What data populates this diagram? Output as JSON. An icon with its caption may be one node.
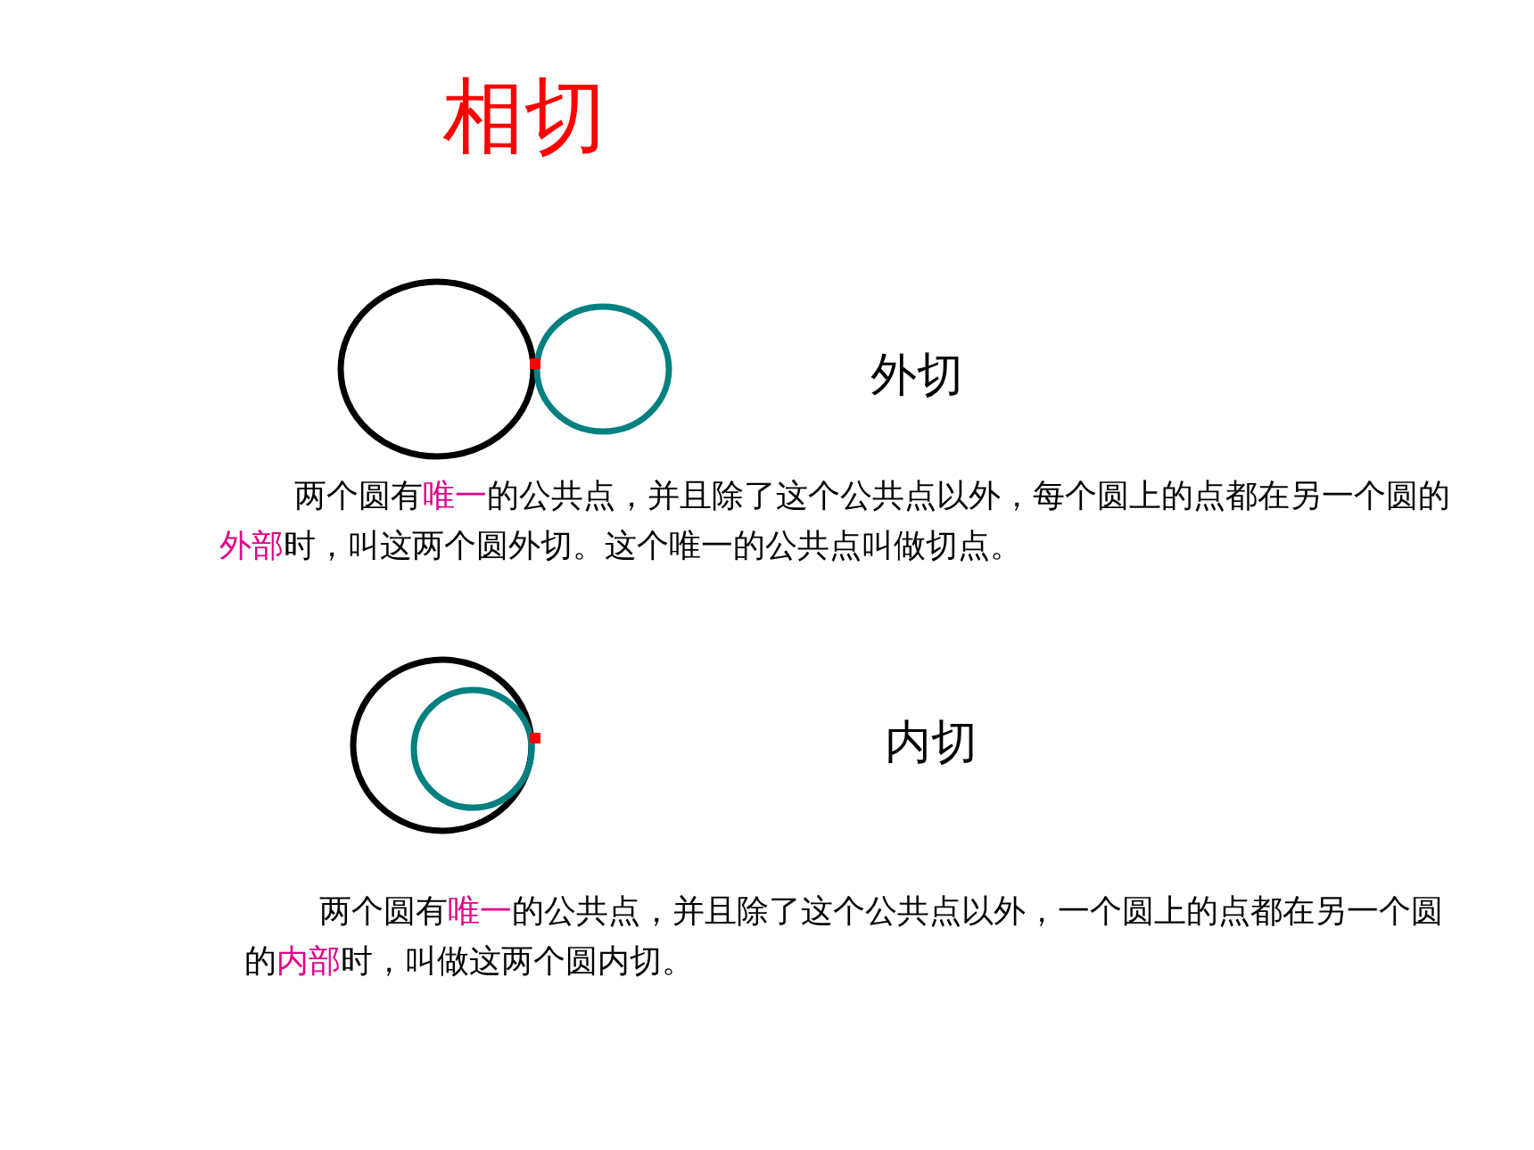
{
  "diagram": {
    "title": "相切",
    "labels": [
      "外切",
      "两个圆有**唯一**的公共点，并且除了这个公共点以外，每个圆上的点都在另一个圆的**外部**时，叫这两个圆外切。这个唯一的公共点叫做切点。",
      "内切",
      "两个圆有**唯一**的公共点，并且除了这个公共点以外，一个圆上的点都在另一个圆的**内部**时，叫做这两个圆内切。"
    ]
  }
}
